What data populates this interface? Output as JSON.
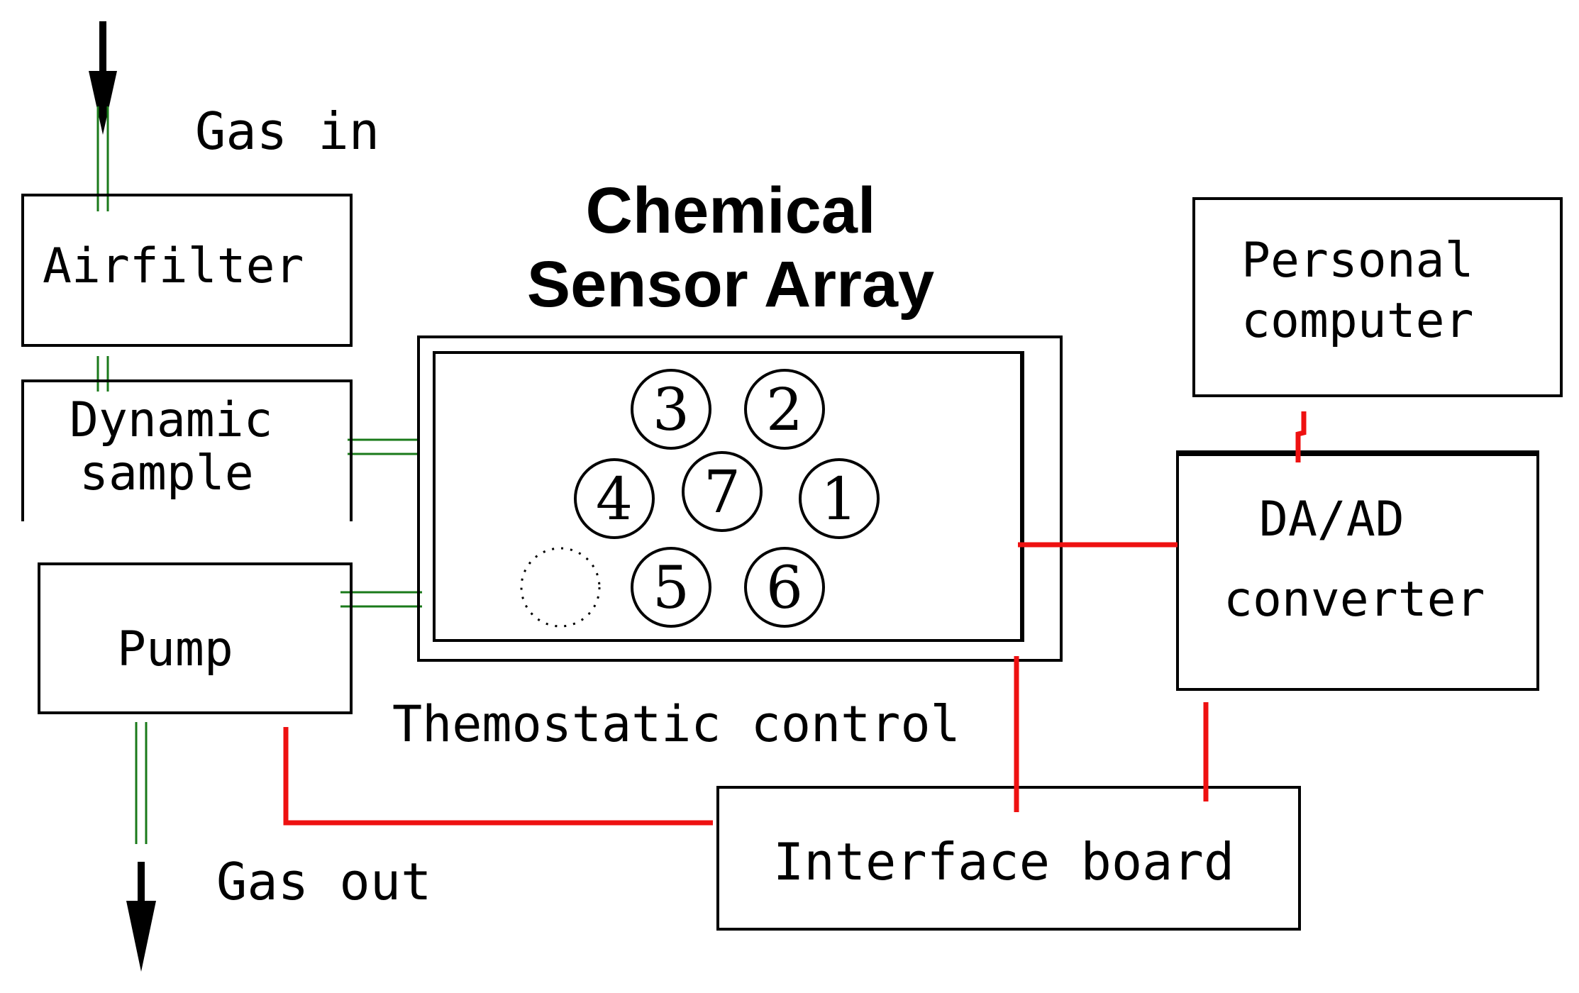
{
  "labels": {
    "gas_in": "Gas in",
    "gas_out": "Gas out",
    "air_filter": "Airfilter",
    "dynamic_sample_line1": "Dynamic",
    "dynamic_sample_line2": "sample",
    "pump": "Pump",
    "chamber_title_line1": "Chemical",
    "chamber_title_line2": "Sensor Array",
    "thermostatic_control": "Themostatic control",
    "personal_computer_line1": "Personal",
    "personal_computer_line2": "computer",
    "converter_line1": "DA/AD",
    "converter_line2": "converter",
    "interface_board": "Interface board"
  },
  "sensors": [
    "1",
    "2",
    "3",
    "4",
    "5",
    "6",
    "7"
  ],
  "colors": {
    "gas_pipe": "#1a7a1a",
    "signal_wire": "#ee1111",
    "outline": "#000000"
  }
}
